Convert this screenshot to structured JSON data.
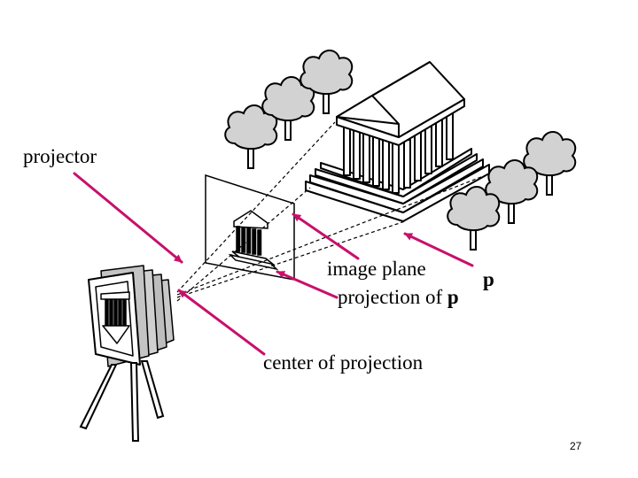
{
  "labels": {
    "projector": "projector",
    "image_plane": "image plane",
    "projection_of": "projection of",
    "point": "p",
    "point_in_label": "p",
    "center_of_projection": "center of projection"
  },
  "page_number": "27",
  "colors": {
    "arrow": "#c8106a",
    "line": "#000000",
    "tree_fill": "#d2d2d2",
    "building_fill": "#ffffff",
    "camera_fill": "#c8c8c8"
  },
  "icons": [
    "camera-icon",
    "tripod-icon",
    "temple-icon",
    "tree-icon",
    "image-plane-icon"
  ]
}
